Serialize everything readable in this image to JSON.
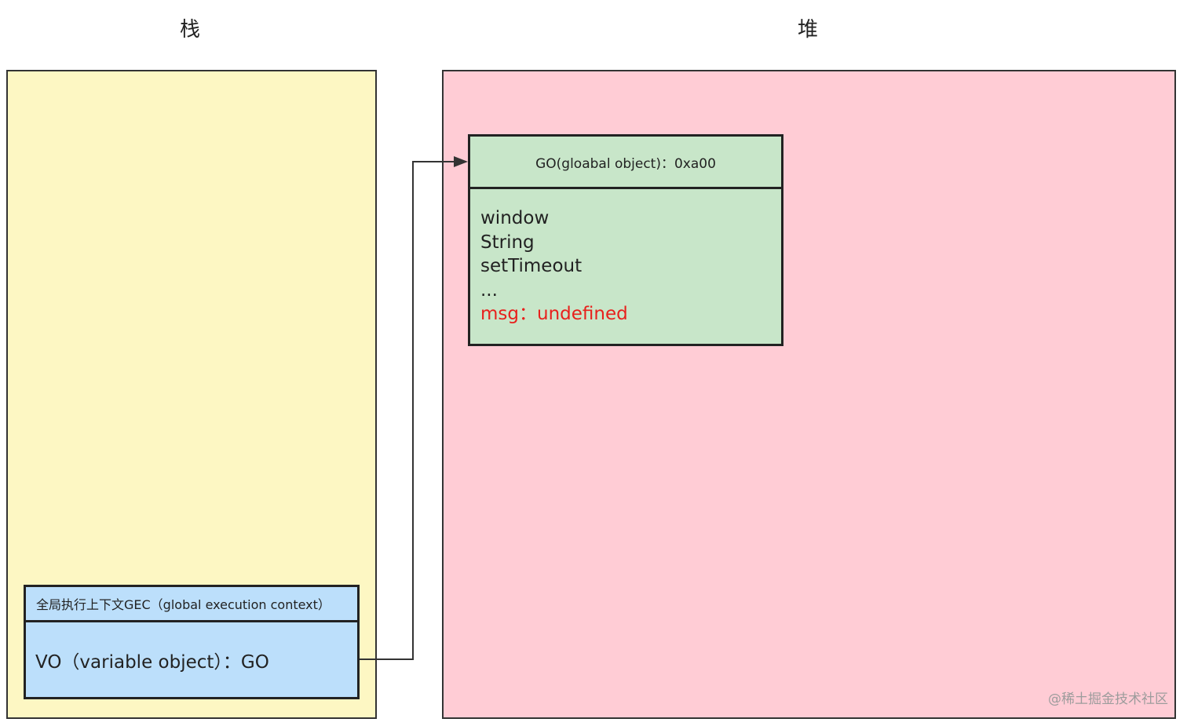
{
  "headings": {
    "stack": "栈",
    "heap": "堆"
  },
  "colors": {
    "stack_bg": "#fdf7c3",
    "heap_bg": "#ffccd5",
    "go_box_bg": "#c8e6c9",
    "gec_box_bg": "#bcdffb",
    "highlight": "#e8201c",
    "border": "#222222"
  },
  "go_object": {
    "title": "GO(gloabal object)：0xa00",
    "items": [
      {
        "text": "window",
        "highlight": false
      },
      {
        "text": "String",
        "highlight": false
      },
      {
        "text": "setTimeout",
        "highlight": false
      },
      {
        "text": "...",
        "highlight": false
      },
      {
        "text": "msg：undefined",
        "highlight": true
      }
    ]
  },
  "gec": {
    "title": "全局执行上下文GEC（global execution context）",
    "vo": "VO（variable object）：GO"
  },
  "watermark": "@稀土掘金技术社区"
}
